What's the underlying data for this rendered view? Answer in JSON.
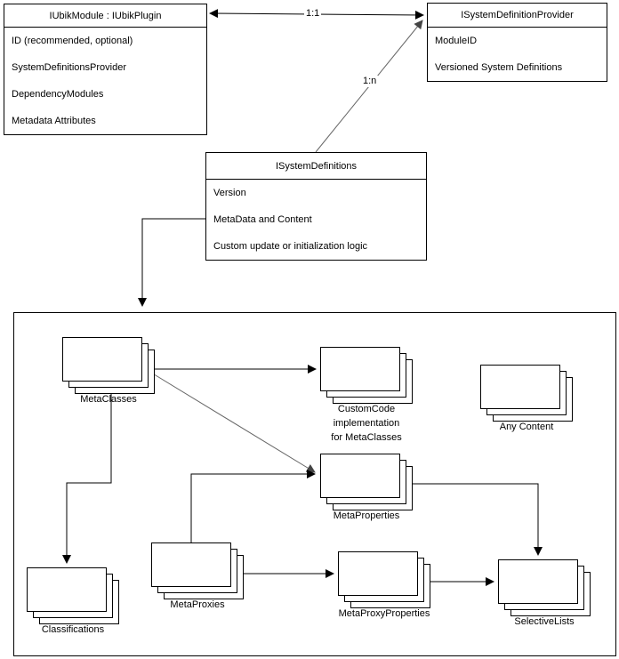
{
  "classes": [
    {
      "title": "IUbikModule : IUbikPlugin",
      "rows": [
        "ID (recommended, optional)",
        "SystemDefinitionsProvider",
        "DependencyModules",
        "Metadata Attributes"
      ]
    },
    {
      "title": "ISystemDefinitionProvider",
      "rows": [
        "ModuleID",
        "Versioned System Definitions"
      ]
    },
    {
      "title": "ISystemDefinitions",
      "rows": [
        "Version",
        "MetaData and Content",
        "Custom update or initialization logic"
      ]
    }
  ],
  "edges": {
    "module_provider_label": "1:1",
    "definitions_provider_label": "1:n"
  },
  "stacks": [
    {
      "label": "MetaClasses"
    },
    {
      "label": "CustomCode\nimplementation\nfor MetaClasses"
    },
    {
      "label": "Any Content"
    },
    {
      "label": "MetaProperties"
    },
    {
      "label": "MetaProxies"
    },
    {
      "label": "Classifications"
    },
    {
      "label": "MetaProxyProperties"
    },
    {
      "label": "SelectiveLists"
    }
  ],
  "colors": {
    "stroke": "#000000",
    "diagonal_stroke": "#666666",
    "background": "#ffffff"
  }
}
